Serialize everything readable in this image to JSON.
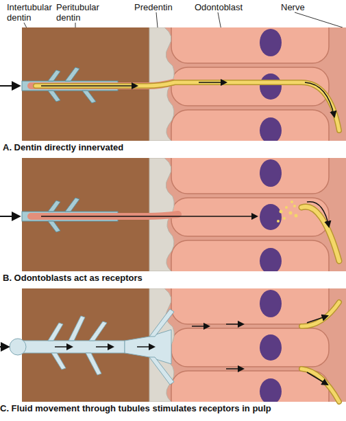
{
  "diagram": {
    "nodes": [
      {
        "text": [
          "A. Dentin directly innervated"
        ]
      },
      {
        "text": [
          "B. Odontoblasts act as receptors"
        ]
      },
      {
        "text": [
          "C. Fluid movement through tubules stimulates receptors in pulp"
        ]
      }
    ],
    "labels": [
      "Intertubular dentin",
      "Peritubular dentin",
      "Predentin",
      "Odontoblast",
      "Nerve"
    ]
  }
}
